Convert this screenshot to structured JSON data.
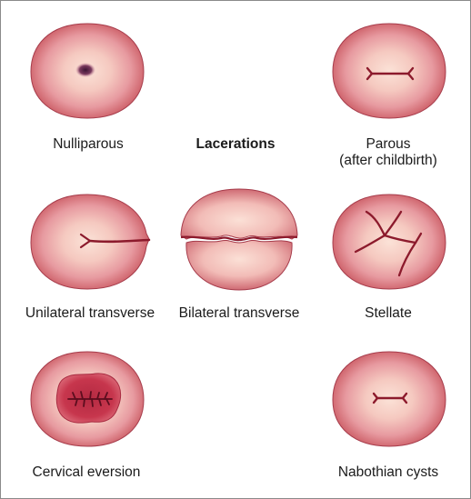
{
  "header": {
    "title": "Lacerations"
  },
  "captions": {
    "nulliparous": "Nulliparous",
    "parous_line1": "Parous",
    "parous_line2": "(after childbirth)",
    "unilateral": "Unilateral transverse",
    "bilateral": "Bilateral transverse",
    "stellate": "Stellate",
    "eversion": "Cervical eversion",
    "nabothian": "Nabothian cysts"
  },
  "colors": {
    "border": "#8a8a8a",
    "cervix_center": "#f8d8cf",
    "cervix_mid": "#eba8a6",
    "cervix_rim": "#cd6169",
    "cervix_outline": "#a63c4b",
    "laceration": "#8c1a2c",
    "os_center": "#4a1a3d",
    "eversion_tissue": "#c7364d"
  },
  "icons": {
    "nulliparous": "cervix-round-os-icon",
    "parous": "cervix-slit-os-icon",
    "unilateral": "cervix-unilateral-tear-icon",
    "bilateral": "cervix-bilateral-tear-icon",
    "stellate": "cervix-stellate-tear-icon",
    "eversion": "cervix-eversion-icon",
    "nabothian": "cervix-nabothian-cysts-icon"
  }
}
